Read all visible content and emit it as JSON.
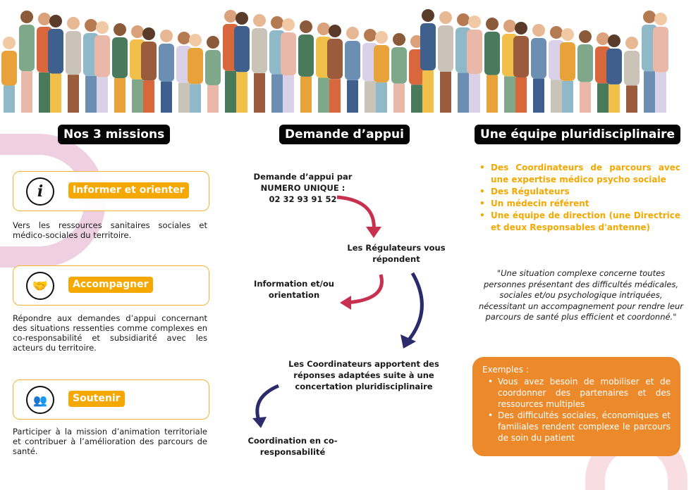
{
  "headers": {
    "missions": "Nos 3 missions",
    "demande": "Demande d’appui",
    "equipe": "Une équipe pluridisciplinaire"
  },
  "missions": [
    {
      "label": "Informer et orienter",
      "icon": "info-icon",
      "desc": "Vers les ressources sanitaires sociales et médico-sociales du territoire."
    },
    {
      "label": "Accompagner",
      "icon": "handshake-icon",
      "desc": "Répondre aux demandes d’appui concernant des situations ressenties comme complexes en co-responsabilité  et subsidiarité avec les acteurs du territoire."
    },
    {
      "label": "Soutenir",
      "icon": "people-icon",
      "desc": "Participer à la mission d’animation territoriale et contribuer à l’amélioration des parcours de santé."
    }
  ],
  "flow": {
    "step1": "Demande d’appui par NUMERO UNIQUE :",
    "phone": "02 32 93 91 52",
    "step2": "Les Régulateurs vous répondent",
    "step3": "Information et/ou orientation",
    "step4": "Les Coordinateurs apportent des réponses adaptées suite à une concertation pluridisciplinaire",
    "step5": "Coordination en co-responsabilité"
  },
  "team": [
    "Des Coordinateurs de parcours avec une expertise médico psycho sociale",
    "Des Régulateurs",
    "Un médecin référent",
    "Une équipe de direction (une Directrice et deux Responsables d'antenne)"
  ],
  "quote": "\"Une situation complexe concerne toutes personnes présentant des difficultés médicales, sociales et/ou psychologique intriquées, nécessitant un accompagnement pour rendre leur parcours de santé plus efficient et coordonné.\"",
  "examples": {
    "title": "Exemples :",
    "items": [
      "Vous avez besoin de mobiliser et de coordonner des partenaires et des ressources multiples",
      "Des difficultés sociales, économiques et familiales rendent complexe le parcours de soin du patient"
    ]
  },
  "colors": {
    "accent": "#f5a800",
    "examples_bg": "#ec8a2b",
    "arrow_red": "#c8304f",
    "arrow_navy": "#2b2a6b"
  }
}
